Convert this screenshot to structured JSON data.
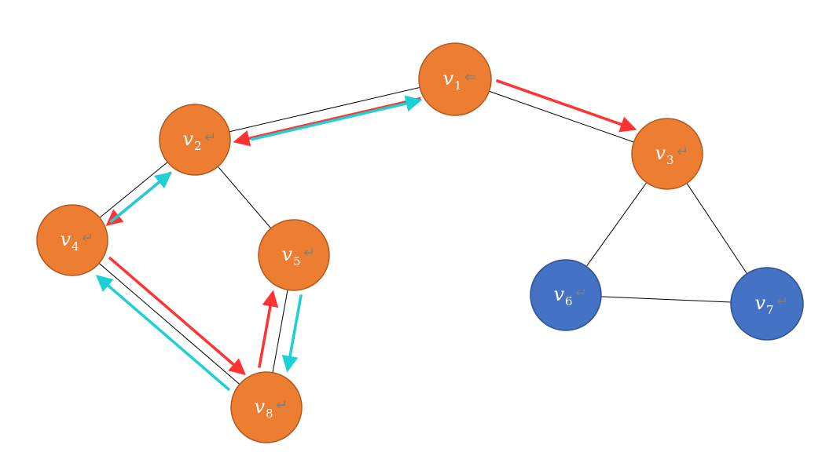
{
  "colors": {
    "visited_fill": "#ED7D31",
    "visited_stroke": "#AE5A21",
    "unvisited_fill": "#4472C4",
    "unvisited_stroke": "#2F528F",
    "forward_arrow": "#FF3333",
    "backtrack_arrow": "#1ECFD6",
    "edge": "#000000",
    "return_mark": "#7F7F7F"
  },
  "nodes": [
    {
      "id": "v1",
      "letter": "v",
      "sub": "1",
      "state": "visited",
      "mark": "⇐"
    },
    {
      "id": "v2",
      "letter": "v",
      "sub": "2",
      "state": "visited",
      "mark": "↵"
    },
    {
      "id": "v3",
      "letter": "v",
      "sub": "3",
      "state": "visited",
      "mark": "↵"
    },
    {
      "id": "v4",
      "letter": "v",
      "sub": "4",
      "state": "visited",
      "mark": "↵"
    },
    {
      "id": "v5",
      "letter": "v",
      "sub": "5",
      "state": "visited",
      "mark": "↵"
    },
    {
      "id": "v6",
      "letter": "v",
      "sub": "6",
      "state": "unvisited",
      "mark": "↵"
    },
    {
      "id": "v7",
      "letter": "v",
      "sub": "7",
      "state": "unvisited",
      "mark": "↵"
    },
    {
      "id": "v8",
      "letter": "v",
      "sub": "8",
      "state": "visited",
      "mark": "↵"
    }
  ],
  "edges": [
    [
      "v1",
      "v2"
    ],
    [
      "v1",
      "v3"
    ],
    [
      "v2",
      "v4"
    ],
    [
      "v2",
      "v5"
    ],
    [
      "v4",
      "v8"
    ],
    [
      "v5",
      "v8"
    ],
    [
      "v3",
      "v6"
    ],
    [
      "v3",
      "v7"
    ],
    [
      "v6",
      "v7"
    ]
  ],
  "arrows": [
    {
      "from": "v1",
      "to": "v2",
      "kind": "forward"
    },
    {
      "from": "v2",
      "to": "v4",
      "kind": "forward"
    },
    {
      "from": "v4",
      "to": "v8",
      "kind": "forward"
    },
    {
      "from": "v8",
      "to": "v5",
      "kind": "forward"
    },
    {
      "from": "v5",
      "to": "v8",
      "kind": "backtrack"
    },
    {
      "from": "v8",
      "to": "v4",
      "kind": "backtrack"
    },
    {
      "from": "v4",
      "to": "v2",
      "kind": "backtrack"
    },
    {
      "from": "v2",
      "to": "v1",
      "kind": "backtrack"
    },
    {
      "from": "v1",
      "to": "v3",
      "kind": "forward"
    }
  ]
}
